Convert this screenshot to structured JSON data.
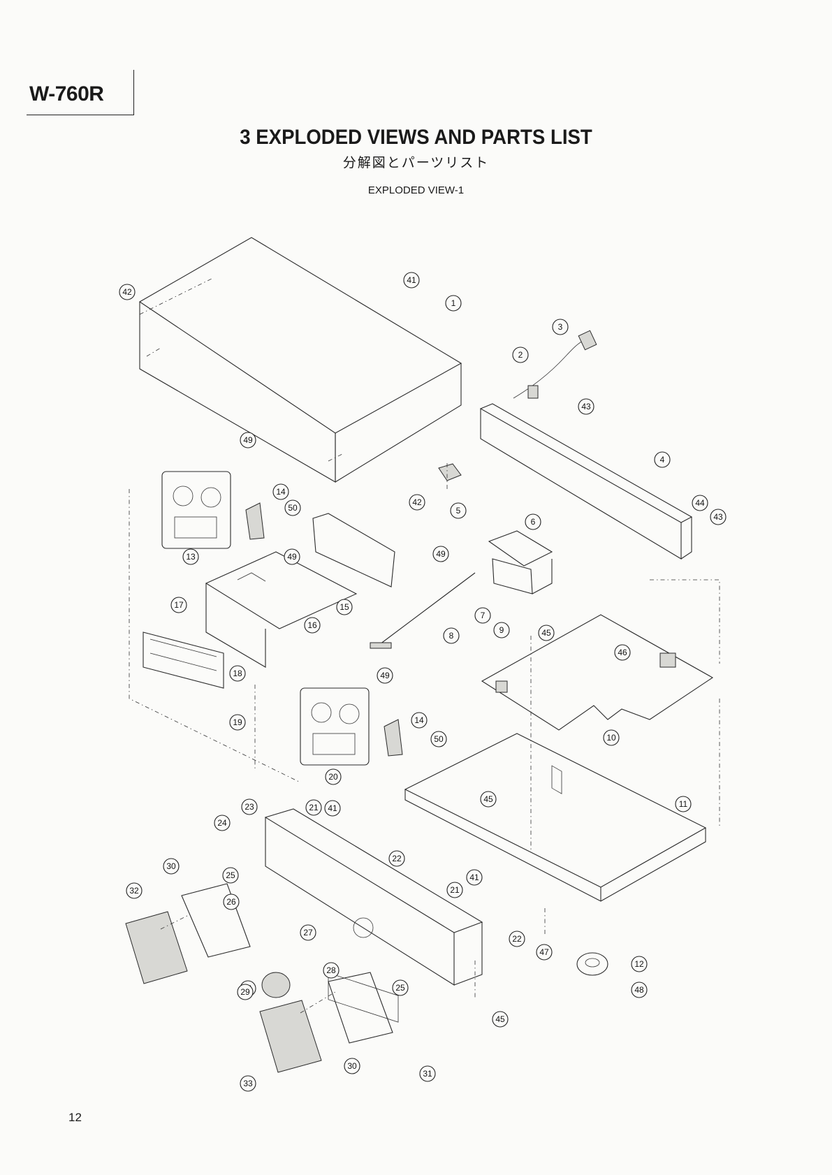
{
  "header": {
    "model": "W-760R",
    "section_title": "3  EXPLODED VIEWS AND PARTS LIST",
    "subtitle_ja": "分解図とパーツリスト",
    "view_label": "EXPLODED VIEW-1"
  },
  "page_number": "12",
  "callouts": [
    "42",
    "41",
    "1",
    "3",
    "2",
    "43",
    "49",
    "14",
    "50",
    "13",
    "4",
    "5",
    "42",
    "44",
    "43",
    "6",
    "49",
    "49",
    "17",
    "16",
    "15",
    "7",
    "8",
    "9",
    "45",
    "46",
    "18",
    "19",
    "49",
    "14",
    "50",
    "20",
    "10",
    "11",
    "23",
    "21",
    "41",
    "45",
    "24",
    "22",
    "30",
    "25",
    "41",
    "21",
    "32",
    "26",
    "27",
    "22",
    "47",
    "28",
    "12",
    "31",
    "29",
    "25",
    "48",
    "45",
    "30",
    "31",
    "33"
  ]
}
